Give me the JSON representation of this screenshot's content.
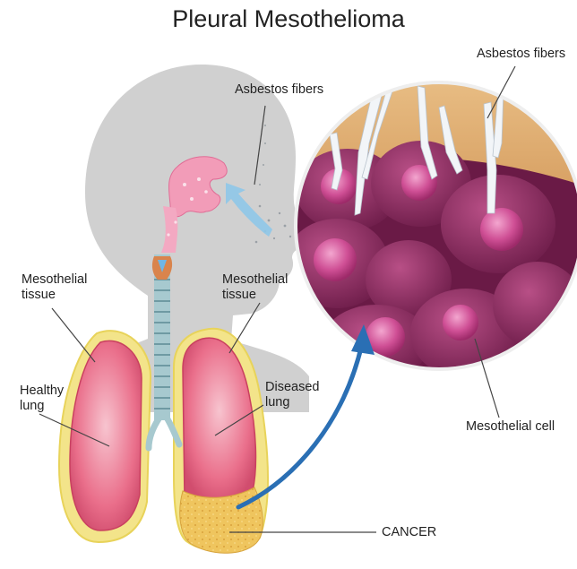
{
  "title": "Pleural Mesothelioma",
  "labels": {
    "asbestos_fibers_air": "Asbestos fibers",
    "asbestos_fibers_zoom": "Asbestos fibers",
    "mesothelial_tissue_left": [
      "Mesothelial",
      "tissue"
    ],
    "mesothelial_tissue_right": [
      "Mesothelial",
      "tissue"
    ],
    "healthy_lung": [
      "Healthy",
      "lung"
    ],
    "diseased_lung": [
      "Diseased",
      "lung"
    ],
    "mesothelial_cell": "Mesothelial cell",
    "cancer": "CANCER"
  },
  "colors": {
    "silhouette": "#cfcfcf",
    "lung_pink": "#e8637e",
    "lung_light": "#f5b3c0",
    "pleura_yellow": "#f2e27a",
    "cancer_yellow": "#eec15a",
    "cell_magenta": "#a3366b",
    "nucleus": "#c84a8a",
    "arrow_blue": "#2a6fb4",
    "fiber": "#eef2f5",
    "tissue_tan": "#e4b57a"
  }
}
